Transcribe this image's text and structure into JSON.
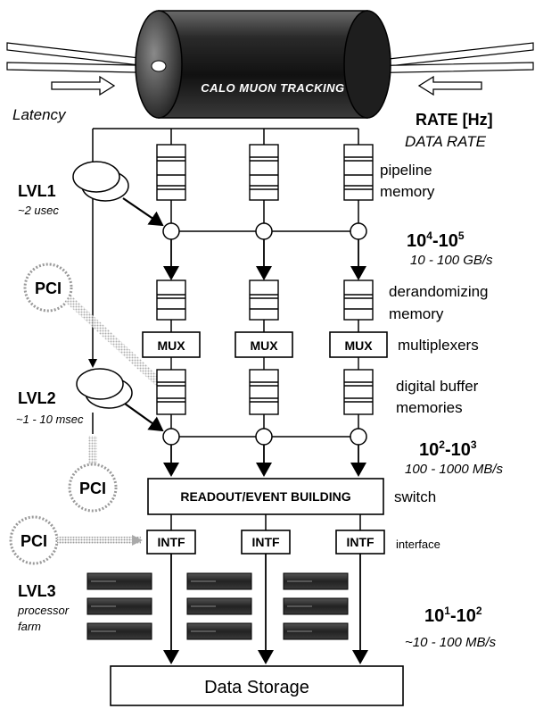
{
  "detector": {
    "label": "CALO MUON TRACKING"
  },
  "left_labels": {
    "latency": "Latency",
    "lvl1_title": "LVL1",
    "lvl1_time": "~2 usec",
    "lvl2_title": "LVL2",
    "lvl2_time": "~1 - 10 msec",
    "lvl3_title": "LVL3",
    "lvl3_line1": "processor",
    "lvl3_line2": "farm"
  },
  "pci": {
    "label": "PCI"
  },
  "rates": {
    "header": "RATE [Hz]",
    "subheader": "DATA RATE",
    "lvl1_base": "10",
    "lvl1_exp1": "4",
    "lvl1_mid": "-10",
    "lvl1_exp2": "5",
    "lvl1_data": "10 - 100 GB/s",
    "lvl2_base": "10",
    "lvl2_exp1": "2",
    "lvl2_mid": "-10",
    "lvl2_exp2": "3",
    "lvl2_data": "100 - 1000 MB/s",
    "lvl3_base": "10",
    "lvl3_exp1": "1",
    "lvl3_mid": "-10",
    "lvl3_exp2": "2",
    "lvl3_data": "~10 - 100 MB/s"
  },
  "stage_labels": {
    "pipeline_1": "pipeline",
    "pipeline_2": "memory",
    "derand_1": "derandomizing",
    "derand_2": "memory",
    "mux": "multiplexers",
    "digital_1": "digital buffer",
    "digital_2": "memories",
    "switch": "switch",
    "interface": "interface"
  },
  "blocks": {
    "mux": "MUX",
    "intf": "INTF",
    "readout": "READOUT/EVENT BUILDING",
    "storage": "Data Storage"
  }
}
